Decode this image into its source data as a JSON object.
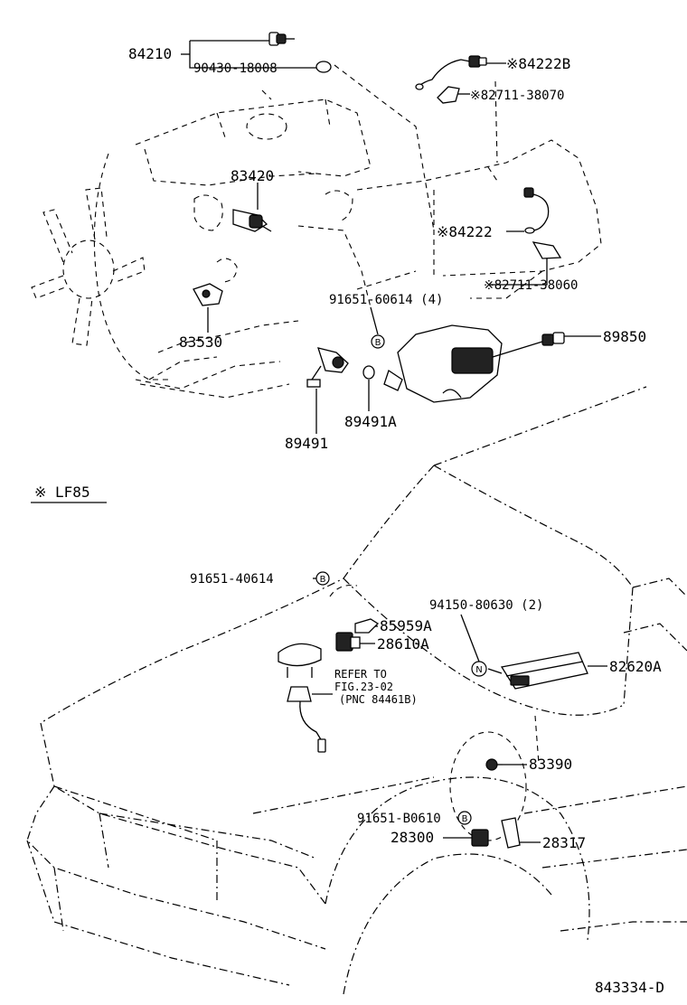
{
  "labels": {
    "p84210": "84210",
    "p90430": "90430-18008",
    "p84222B": "※84222B",
    "p82711_38070": "※82711-38070",
    "p83420": "83420",
    "p84222": "※84222",
    "p82711_38060": "※82711-38060",
    "p91651_60614": "91651-60614 (4)",
    "p83530": "83530",
    "p89850": "89850",
    "p89491A": "89491A",
    "p89491": "89491",
    "note_lf85": "※  LF85",
    "p91651_40614": "91651-40614",
    "p94150": "94150-80630 (2)",
    "p85959A": "85959A",
    "p28610A": "28610A",
    "p82620A": "82620A",
    "refer1": "REFER TO",
    "refer2": "FIG.23-02",
    "refer3": "(PNC 84461B)",
    "p83390": "83390",
    "p91651_B0610": "91651-B0610",
    "p28300": "28300",
    "p28317": "28317",
    "diagram_id": "843334-D"
  },
  "badges": {
    "b1": "B",
    "b2": "B",
    "b3": "B",
    "n1": "N"
  }
}
